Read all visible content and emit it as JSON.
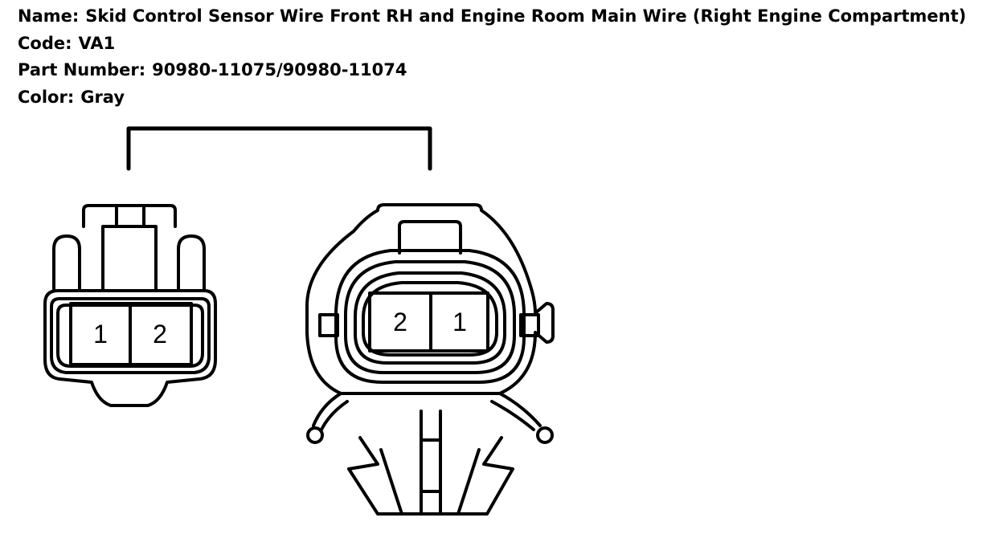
{
  "connector": {
    "name_label": "Name:",
    "name": "Skid Control Sensor Wire Front RH and Engine Room Main Wire (Right Engine Compartment)",
    "code_label": "Code:",
    "code": "VA1",
    "part_number_label": "Part Number:",
    "part_number": "90980-11075/90980-11074",
    "color_label": "Color:",
    "color": "Gray"
  },
  "male_connector": {
    "pins": [
      "1",
      "2"
    ]
  },
  "female_connector": {
    "pins": [
      "2",
      "1"
    ]
  }
}
